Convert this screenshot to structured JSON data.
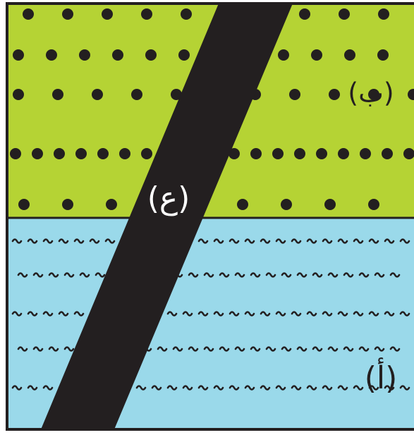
{
  "colors": {
    "upper_layer": "#b5d334",
    "lower_layer": "#9ad9ea",
    "dike": "#231f20",
    "frame": "#231f20",
    "label_dark": "#231f20",
    "label_light": "#ffffff"
  },
  "labels": {
    "layer_b": "(ب)",
    "layer_a": "(أ)",
    "dike": "(ع)"
  },
  "patterns": {
    "upper_layer": "dots",
    "lower_layer": "tildes"
  }
}
